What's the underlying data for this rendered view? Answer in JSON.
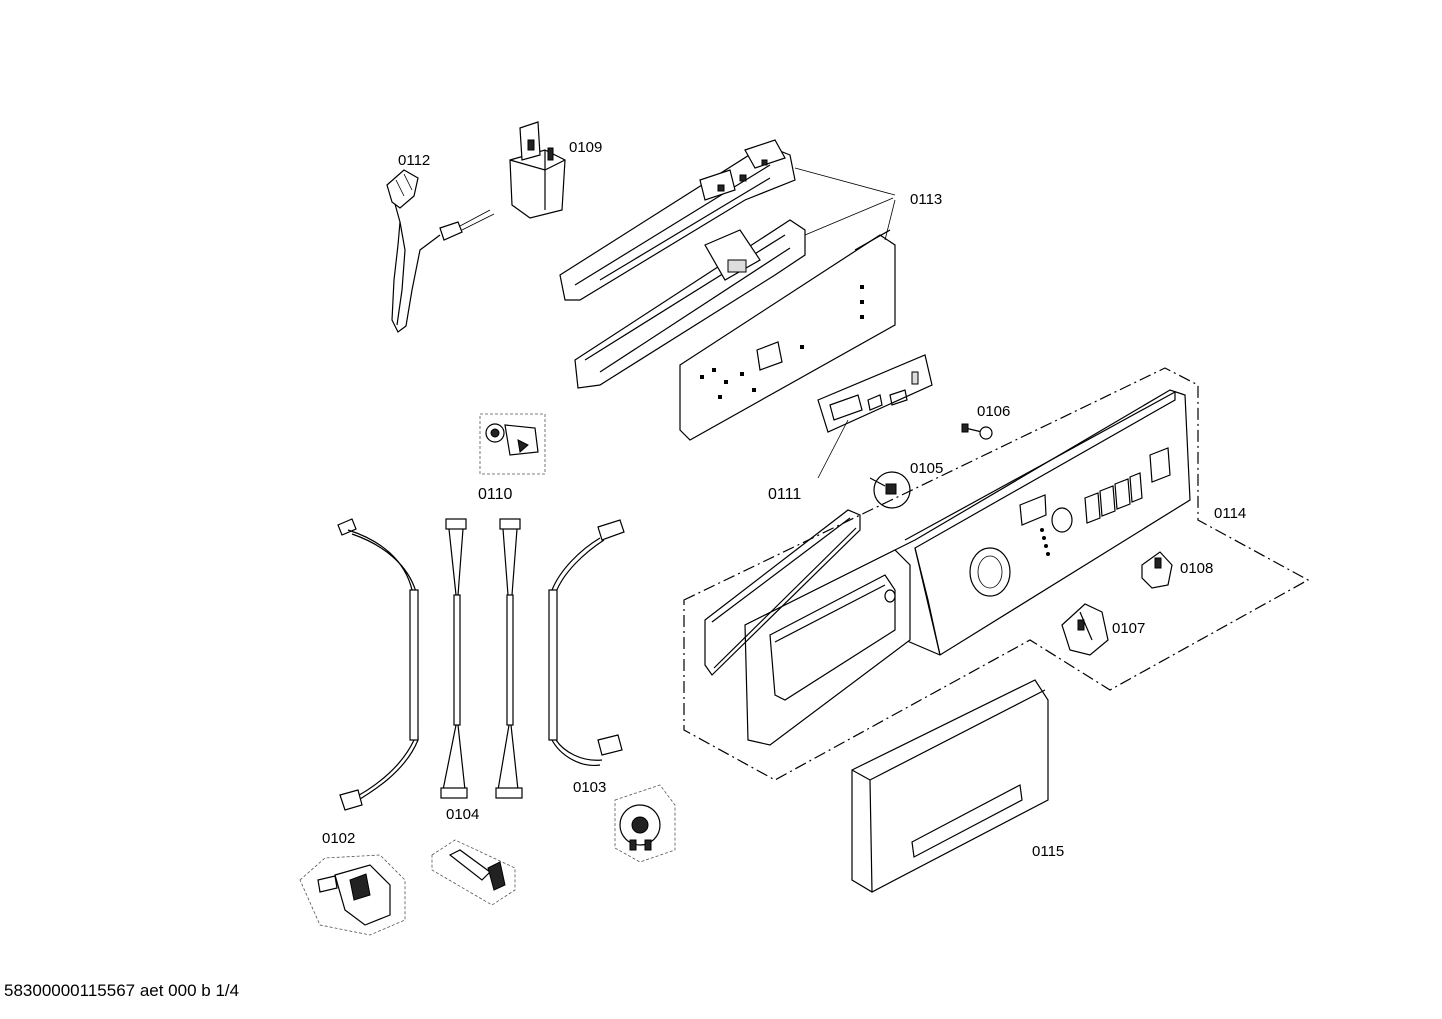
{
  "diagram": {
    "labels": {
      "p0102": "0102",
      "p0103": "0103",
      "p0104": "0104",
      "p0105": "0105",
      "p0106": "0106",
      "p0107": "0107",
      "p0108": "0108",
      "p0109": "0109",
      "p0110": "0110",
      "p0111": "0111",
      "p0112": "0112",
      "p0113": "0113",
      "p0114": "0114",
      "p0115": "0115"
    },
    "footer": "58300000115567 aet 000 b 1/4"
  }
}
